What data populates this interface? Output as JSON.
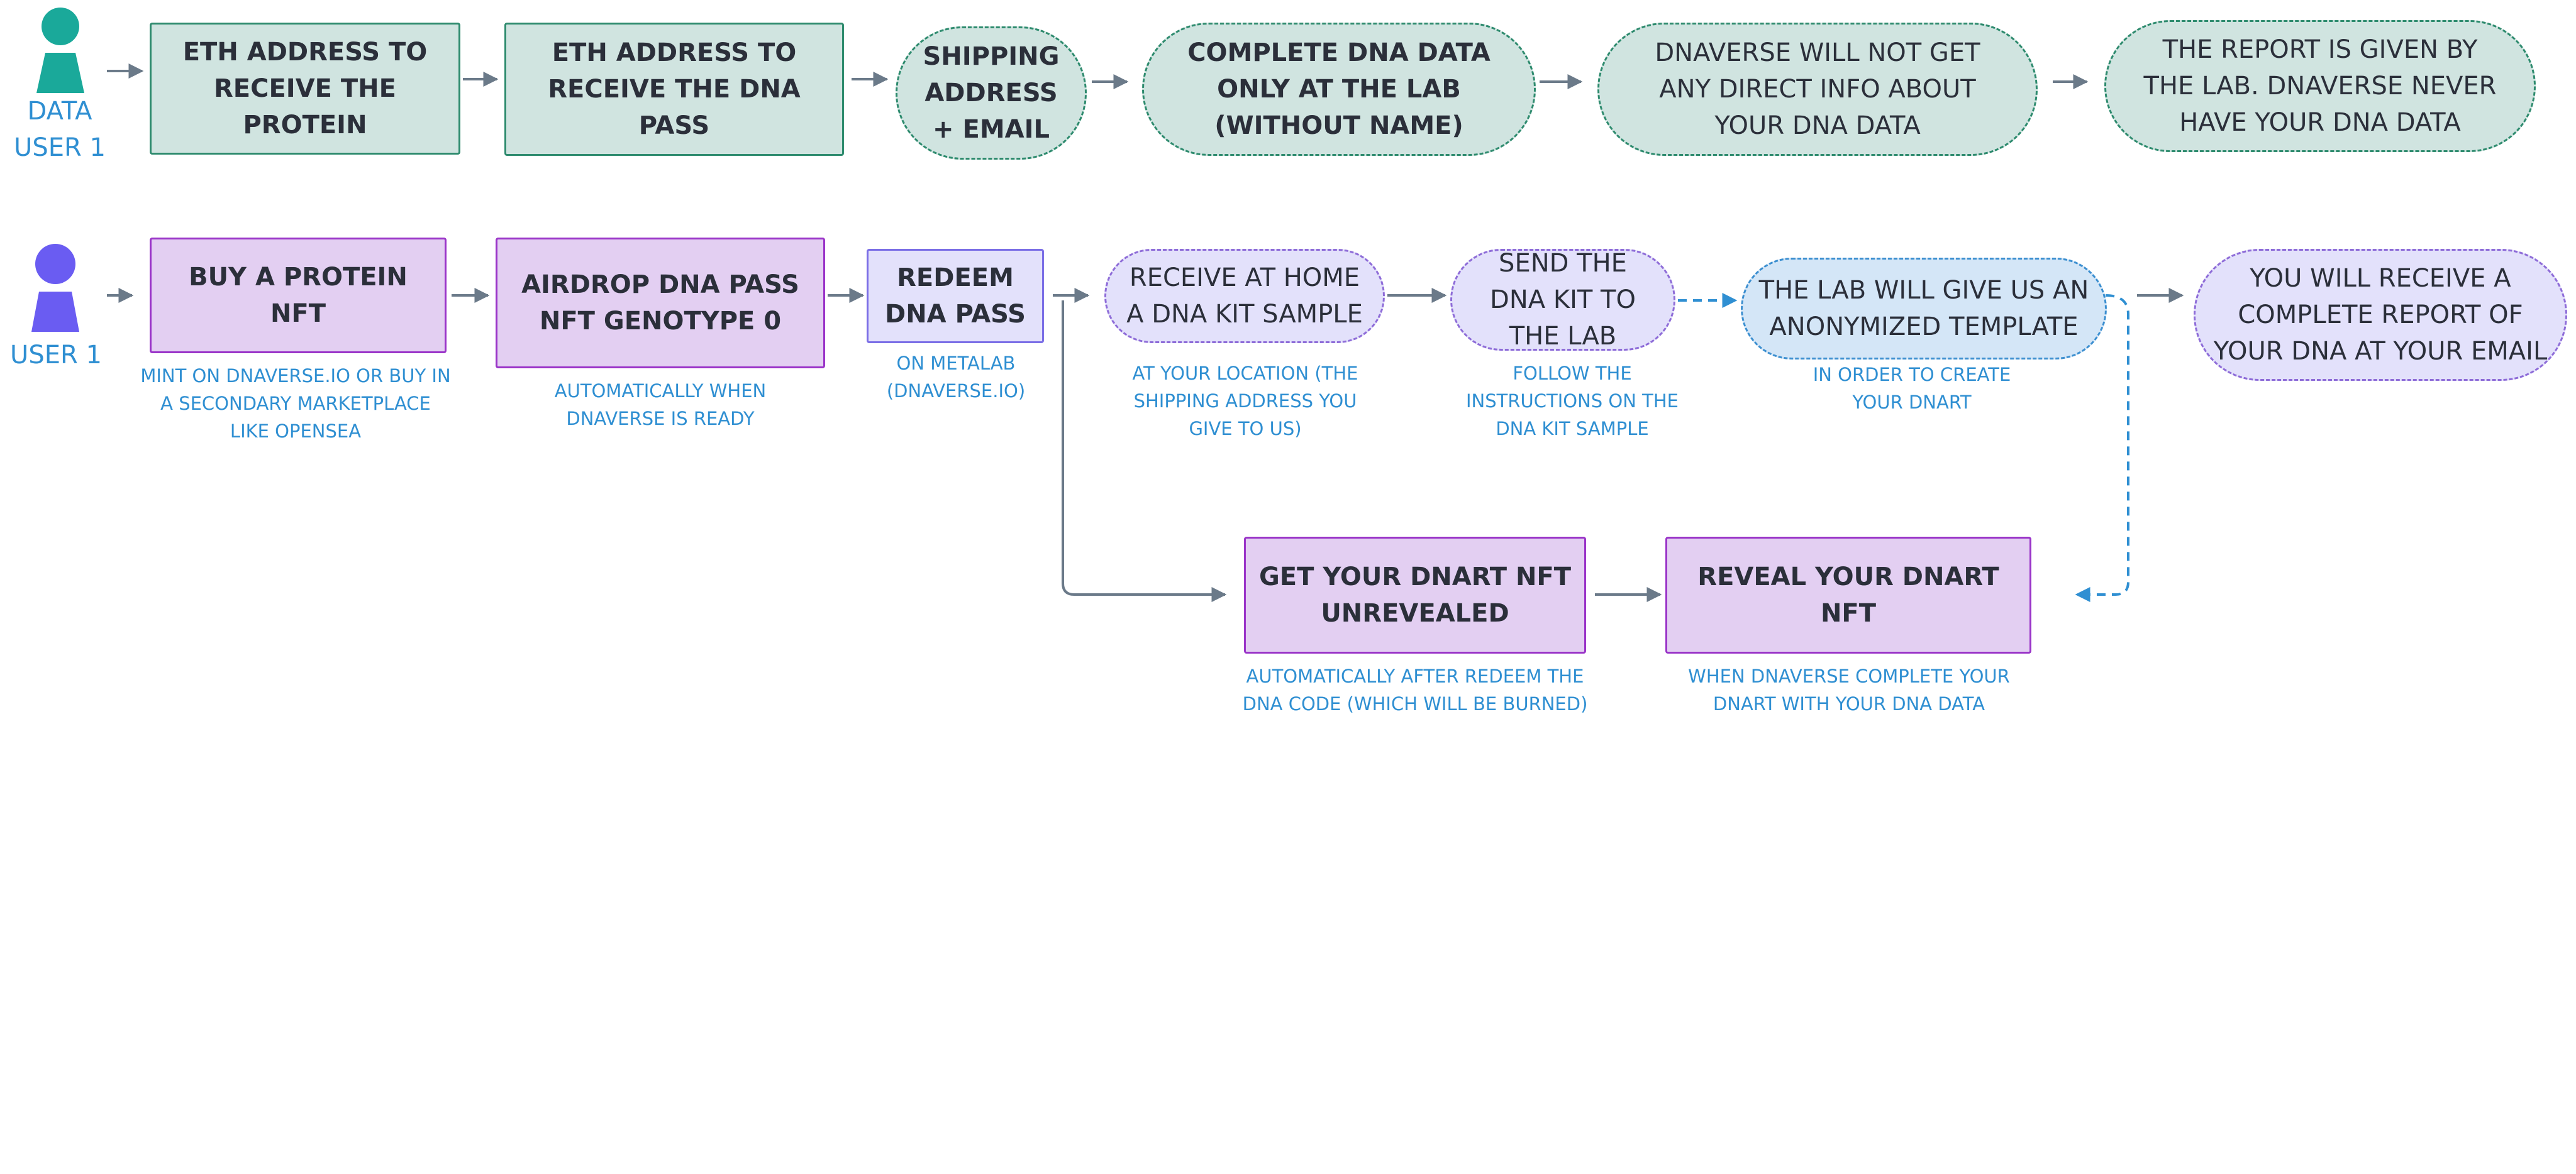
{
  "colors": {
    "actor_teal": "#1aa99a",
    "actor_purple": "#6a5cf2",
    "label_blue": "#2f8fd2",
    "arrow_gray": "#6b7a89",
    "dashed_blue": "#2f8fd2"
  },
  "row_data": {
    "actor_label": "DATA\nUSER 1",
    "nodes": [
      "ETH ADDRESS TO RECEIVE THE PROTEIN",
      "ETH ADDRESS TO RECEIVE THE DNA PASS",
      "SHIPPING ADDRESS + EMAIL",
      "COMPLETE DNA DATA ONLY AT THE LAB (WITHOUT NAME)",
      "DNAVERSE WILL NOT GET ANY DIRECT INFO ABOUT YOUR DNA DATA",
      "THE REPORT IS GIVEN BY THE LAB. DNAVERSE NEVER HAVE YOUR DNA DATA"
    ]
  },
  "row_user": {
    "actor_label": "USER 1",
    "nodes": [
      "BUY A PROTEIN NFT",
      "AIRDROP DNA PASS NFT GENOTYPE 0",
      "REDEEM DNA PASS",
      "RECEIVE AT HOME A DNA KIT SAMPLE",
      "SEND THE DNA KIT TO THE LAB",
      "THE LAB WILL GIVE US AN ANONYMIZED TEMPLATE",
      "YOU WILL RECEIVE A COMPLETE REPORT OF YOUR DNA AT YOUR EMAIL"
    ],
    "notes": [
      "MINT ON DNAVERSE.IO OR BUY IN\nA SECONDARY MARKETPLACE\nLIKE OPENSEA",
      "AUTOMATICALLY WHEN\nDNAVERSE IS READY",
      "ON METALAB\n(DNAVERSE.IO)",
      "AT YOUR LOCATION (THE\nSHIPPING ADDRESS YOU\nGIVE TO US)",
      "FOLLOW THE\nINSTRUCTIONS ON THE\nDNA KIT SAMPLE",
      "IN ORDER TO CREATE\nYOUR DNART"
    ]
  },
  "row_nft": {
    "nodes": [
      "GET YOUR DNART NFT UNREVEALED",
      "REVEAL YOUR DNART NFT"
    ],
    "notes": [
      "AUTOMATICALLY AFTER REDEEM THE\nDNA CODE (WHICH WILL BE BURNED)",
      "WHEN DNAVERSE COMPLETE YOUR\nDNART WITH YOUR DNA DATA"
    ]
  }
}
